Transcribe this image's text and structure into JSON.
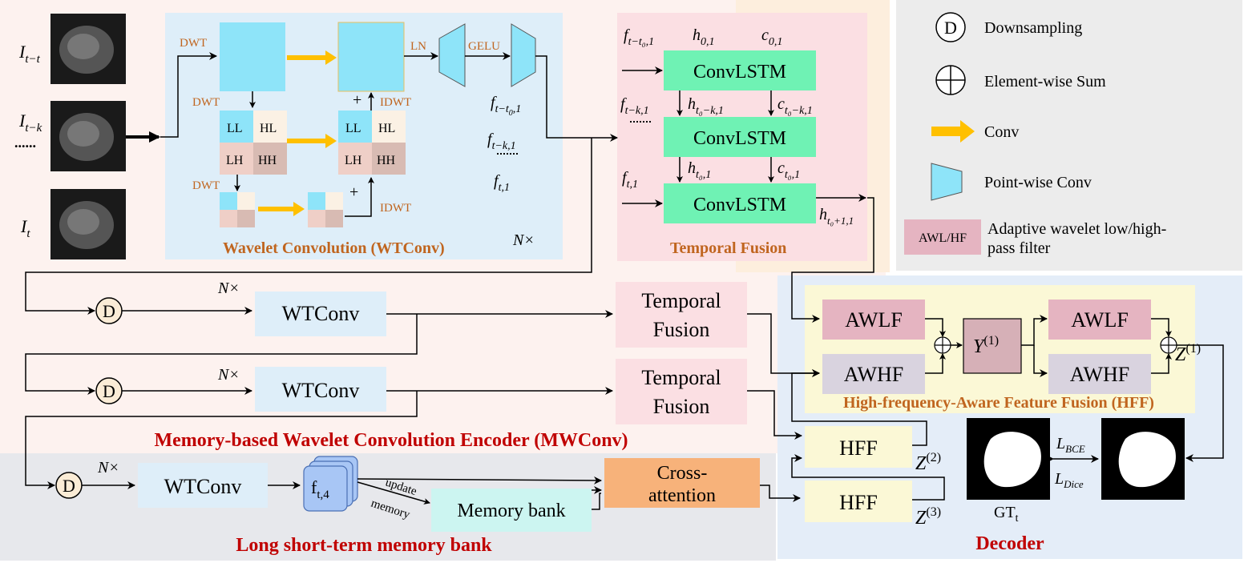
{
  "colors": {
    "encoder_bg": "#fdf2ef",
    "memory_bg": "#e7e8ec",
    "wtconv_bg": "#deeef9",
    "temporal_bg": "#fbdfe3",
    "legend_bg": "#ececec",
    "decoder_bg": "#e4edf8",
    "hff_bg": "#fbf8d6",
    "convlstm": "#6ff2b4",
    "cyan": "#8ee4f9",
    "conv_arrow": "#ffc000",
    "awl": "#e5b4c1",
    "awh": "#d9d3df",
    "cross": "#f7b27a",
    "memory_bank": "#ccf5f1",
    "title_red": "#c00000",
    "title_orange": "#c0651f"
  },
  "inputs": {
    "i1": "I",
    "i1_sub": "t−t",
    "i2": "I",
    "i2_sub": "t−k",
    "dots": "......",
    "i3": "I",
    "i3_sub": "t"
  },
  "wtconv_block": {
    "title": "Wavelet Convolution (WTConv)",
    "repeat": "N×",
    "dwt": "DWT",
    "idwt": "IDWT",
    "plus": "+",
    "ln": "LN",
    "gelu": "GELU",
    "ll": "LL",
    "hl": "HL",
    "lh": "LH",
    "hh": "HH"
  },
  "features": {
    "f1": "f",
    "f1_sub": "t−t",
    "f1_sub2": "0",
    "f1_sub3": ",1",
    "f2": "f",
    "f2_sub": "t−k,1",
    "f3": "f",
    "f3_sub": "t,1"
  },
  "temporal_block": {
    "title": "Temporal Fusion",
    "convlstm": "ConvLSTM",
    "h01": "h",
    "h01_sub": "0,1",
    "c01": "c",
    "c01_sub": "0,1",
    "htk": "h",
    "htk_sub": "t₀−k,1",
    "ctk": "c",
    "ctk_sub": "t₀−k,1",
    "ht0": "h",
    "ht0_sub": "t₀,1",
    "ct0": "c",
    "ct0_sub": "t₀,1",
    "ftk": "f",
    "ftk_sub": "t−k,1",
    "ft": "f",
    "ft_sub": "t,1",
    "ftt": "f",
    "ftt_sub": "t−t₀,1",
    "hout": "h",
    "hout_sub": "t₀+1,1"
  },
  "legend": {
    "downsampling_symbol": "D",
    "downsampling": "Downsampling",
    "sum": "Element-wise Sum",
    "conv": "Conv",
    "pointwise": "Point-wise Conv",
    "awl_hf_box": "AWL/HF",
    "awl_hf_desc_1": "Adaptive wavelet low/high-",
    "awl_hf_desc_2": "pass filter"
  },
  "encoder": {
    "title": "Memory-based Wavelet Convolution Encoder (MWConv)",
    "d": "D",
    "repeat": "N×",
    "wtconv": "WTConv",
    "temporal_1": "Temporal",
    "temporal_2": "Fusion"
  },
  "memory": {
    "title": "Long short-term memory bank",
    "ft4": "f",
    "ft4_sub": "t,4",
    "update": "update",
    "memory_label": "memory",
    "bank": "Memory bank",
    "cross_1": "Cross-",
    "cross_2": "attention"
  },
  "decoder": {
    "title": "Decoder",
    "hff_title": "High-frequency-Aware Feature Fusion (HFF)",
    "awlf": "AWLF",
    "awhf": "AWHF",
    "y1": "Y",
    "y1_sup": "(1)",
    "z": "Z",
    "z1_sup": "(1)",
    "z2_sup": "(2)",
    "z3_sup": "(3)",
    "hff": "HFF",
    "lbce": "L",
    "lbce_sub": "BCE",
    "ldice": "L",
    "ldice_sub": "Dice",
    "gt": "GT",
    "gt_sub": "t"
  }
}
